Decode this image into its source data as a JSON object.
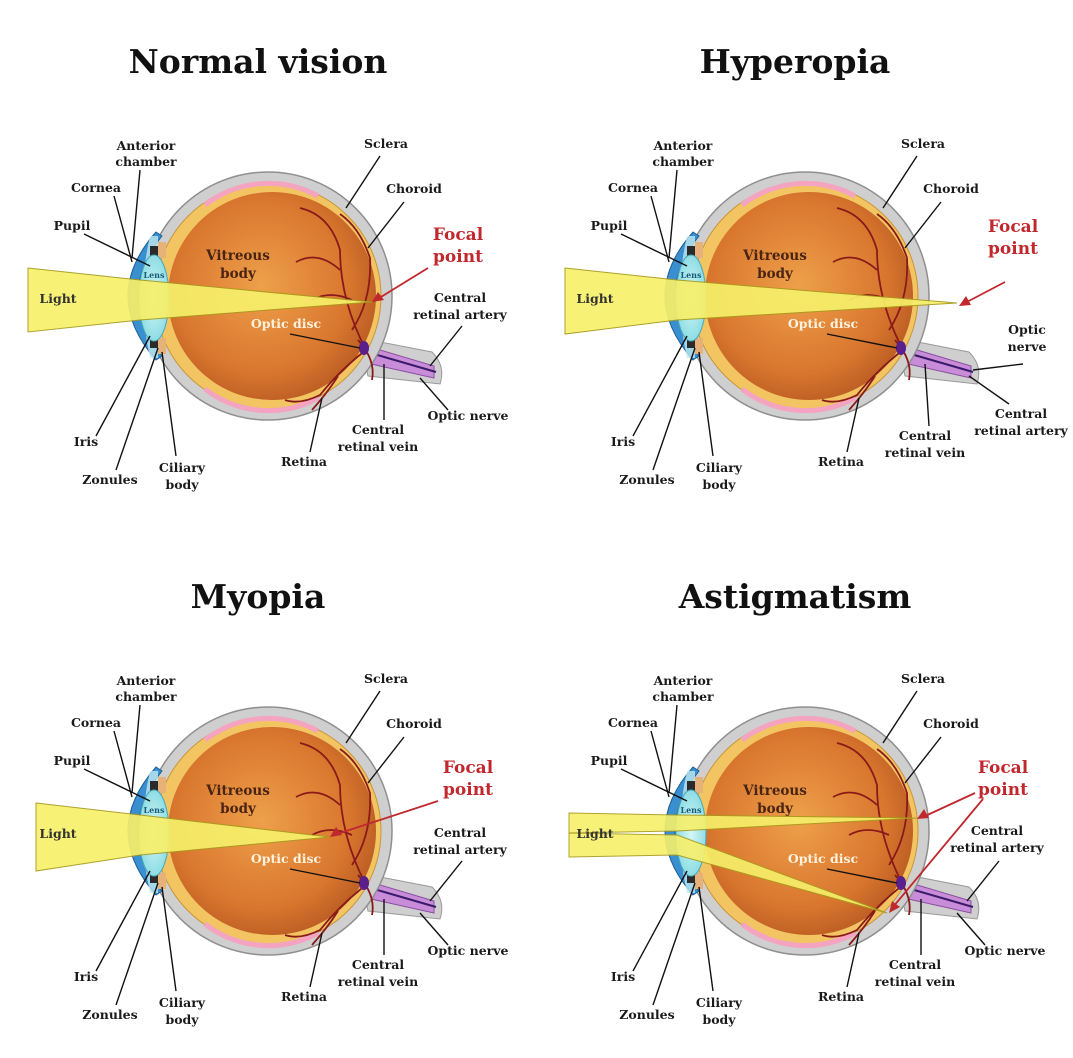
{
  "panels": [
    {
      "title": "Normal vision",
      "variant": "normal",
      "labels": {
        "anterior_chamber": [
          "Anterior",
          "chamber"
        ],
        "cornea": "Cornea",
        "pupil": "Pupil",
        "lens": "Lens",
        "light": "Light",
        "vitreous_body": [
          "Vitreous",
          "body"
        ],
        "sclera": "Sclera",
        "choroid": "Choroid",
        "focal_point": [
          "Focal",
          "point"
        ],
        "central_retinal_artery": [
          "Central",
          "retinal artery"
        ],
        "optic_disc": "Optic disc",
        "optic_nerve": "Optic nerve",
        "central_retinal_vein": [
          "Central",
          "retinal vein"
        ],
        "retina": "Retina",
        "iris": "Iris",
        "zonules": "Zonules",
        "ciliary_body": [
          "Ciliary",
          "body"
        ]
      }
    },
    {
      "title": "Hyperopia",
      "variant": "hyperopia",
      "labels": {
        "anterior_chamber": [
          "Anterior",
          "chamber"
        ],
        "cornea": "Cornea",
        "pupil": "Pupil",
        "lens": "Lens",
        "light": "Light",
        "vitreous_body": [
          "Vitreous",
          "body"
        ],
        "sclera": "Sclera",
        "choroid": "Choroid",
        "focal_point": [
          "Focal",
          "point"
        ],
        "optic_disc": "Optic disc",
        "optic_nerve": [
          "Optic",
          "nerve"
        ],
        "central_retinal_artery": [
          "Central",
          "retinal artery"
        ],
        "central_retinal_vein": [
          "Central",
          "retinal vein"
        ],
        "retina": "Retina",
        "iris": "Iris",
        "zonules": "Zonules",
        "ciliary_body": [
          "Ciliary",
          "body"
        ]
      }
    },
    {
      "title": "Myopia",
      "variant": "myopia",
      "labels": {
        "anterior_chamber": [
          "Anterior",
          "chamber"
        ],
        "cornea": "Cornea",
        "pupil": "Pupil",
        "lens": "Lens",
        "light": "Light",
        "vitreous_body": [
          "Vitreous",
          "body"
        ],
        "sclera": "Sclera",
        "choroid": "Choroid",
        "focal_point": [
          "Focal",
          "point"
        ],
        "central_retinal_artery": [
          "Central",
          "retinal artery"
        ],
        "optic_disc": "Optic disc",
        "optic_nerve": "Optic nerve",
        "central_retinal_vein": [
          "Central",
          "retinal vein"
        ],
        "retina": "Retina",
        "iris": "Iris",
        "zonules": "Zonules",
        "ciliary_body": [
          "Ciliary",
          "body"
        ]
      }
    },
    {
      "title": "Astigmatism",
      "variant": "astigmatism",
      "labels": {
        "anterior_chamber": [
          "Anterior",
          "chamber"
        ],
        "cornea": "Cornea",
        "pupil": "Pupil",
        "lens": "Lens",
        "light": "Light",
        "vitreous_body": [
          "Vitreous",
          "body"
        ],
        "sclera": "Sclera",
        "choroid": "Choroid",
        "focal_point": [
          "Focal",
          "point"
        ],
        "central_retinal_artery": [
          "Central",
          "retinal artery"
        ],
        "optic_disc": "Optic disc",
        "optic_nerve": "Optic nerve",
        "central_retinal_vein": [
          "Central",
          "retinal vein"
        ],
        "retina": "Retina",
        "iris": "Iris",
        "zonules": "Zonules",
        "ciliary_body": [
          "Ciliary",
          "body"
        ]
      }
    }
  ],
  "colors": {
    "sclera": "#cfcfcf",
    "choroid": "#f2c462",
    "vitreous": "#d9762e",
    "vessel": "#8a1a1a",
    "light_beam": "#f7f06a",
    "lens": "#7fd8e0",
    "iris": "#3a8fd0",
    "retina_pink": "#f4a3c0",
    "focal_text": "#c0282d"
  }
}
